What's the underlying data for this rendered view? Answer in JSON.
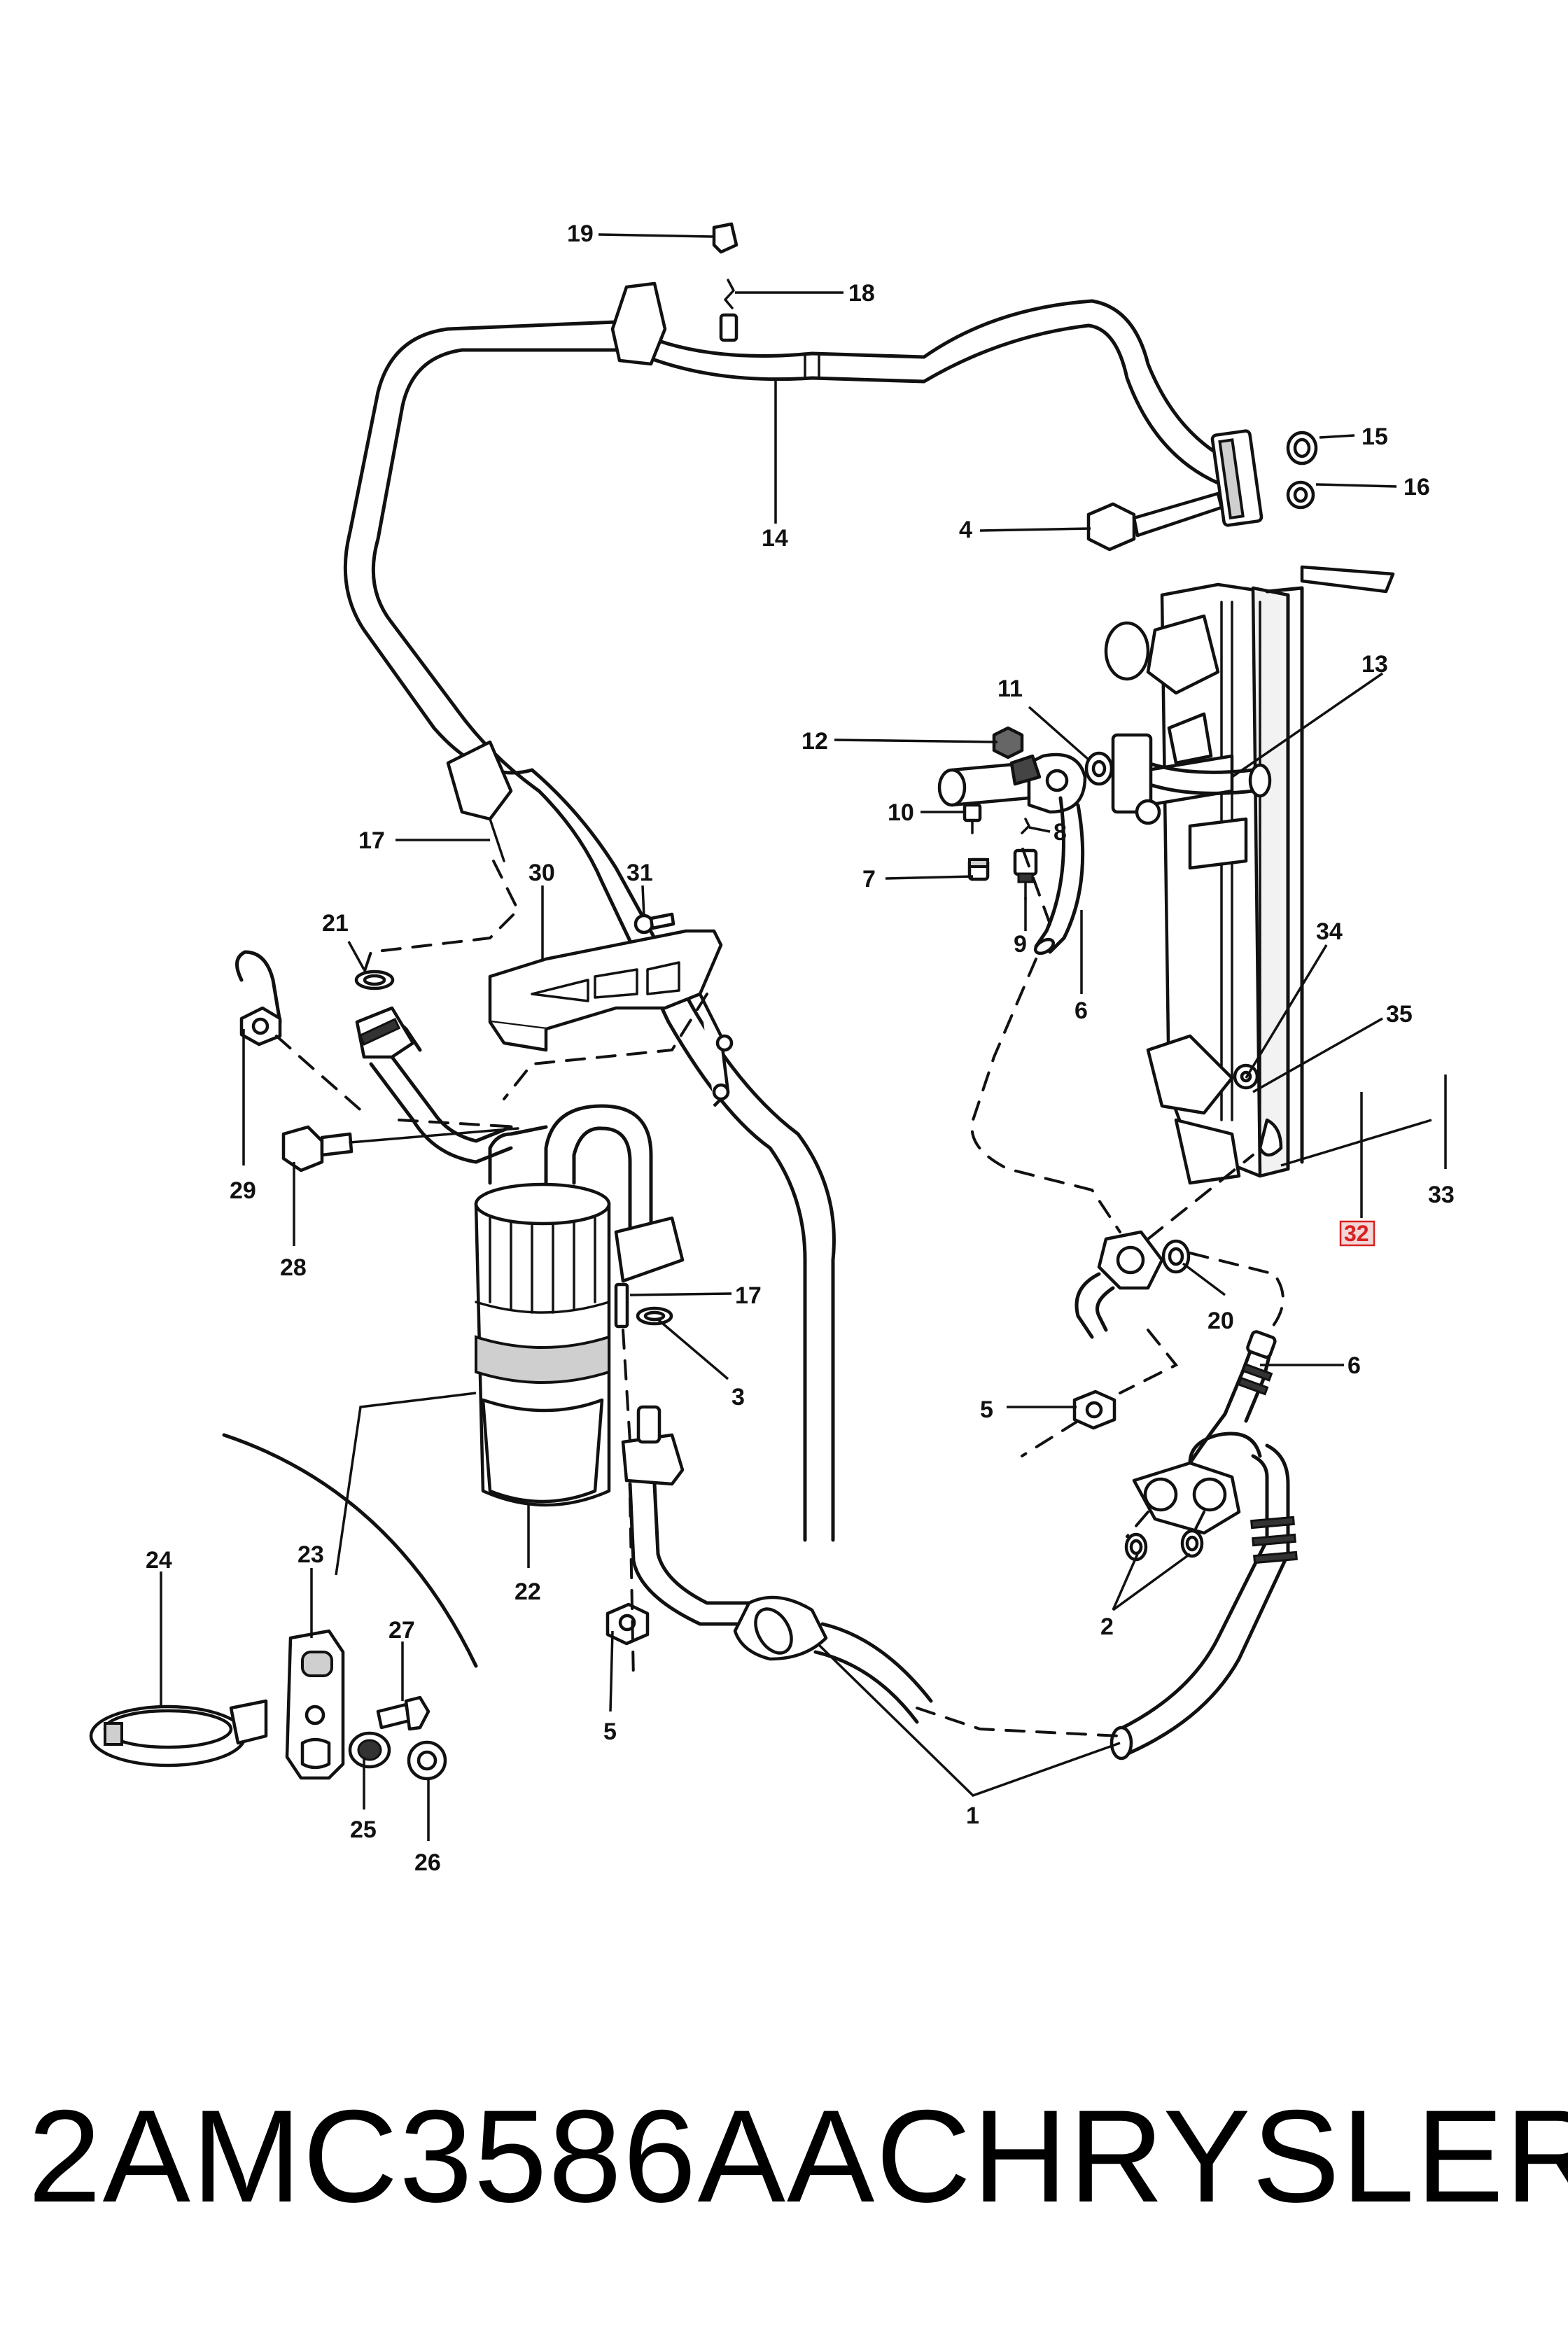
{
  "callouts": {
    "c1": "1",
    "c2": "2",
    "c3": "3",
    "c4": "4",
    "c5a": "5",
    "c5b": "5",
    "c6a": "6",
    "c6b": "6",
    "c7": "7",
    "c8": "8",
    "c9": "9",
    "c10": "10",
    "c11": "11",
    "c12": "12",
    "c13": "13",
    "c14": "14",
    "c15": "15",
    "c16": "16",
    "c17a": "17",
    "c17b": "17",
    "c18": "18",
    "c19": "19",
    "c20": "20",
    "c21": "21",
    "c22": "22",
    "c23": "23",
    "c24": "24",
    "c25": "25",
    "c26": "26",
    "c27": "27",
    "c28": "28",
    "c29": "29",
    "c30": "30",
    "c31": "31",
    "c32": "32",
    "c33": "33",
    "c34": "34",
    "c35": "35"
  },
  "highlighted_callout": "32",
  "highlight_color": "#d92020",
  "footer": {
    "part_number": "2AMC3586AA",
    "brand": "CHRYSLER"
  }
}
